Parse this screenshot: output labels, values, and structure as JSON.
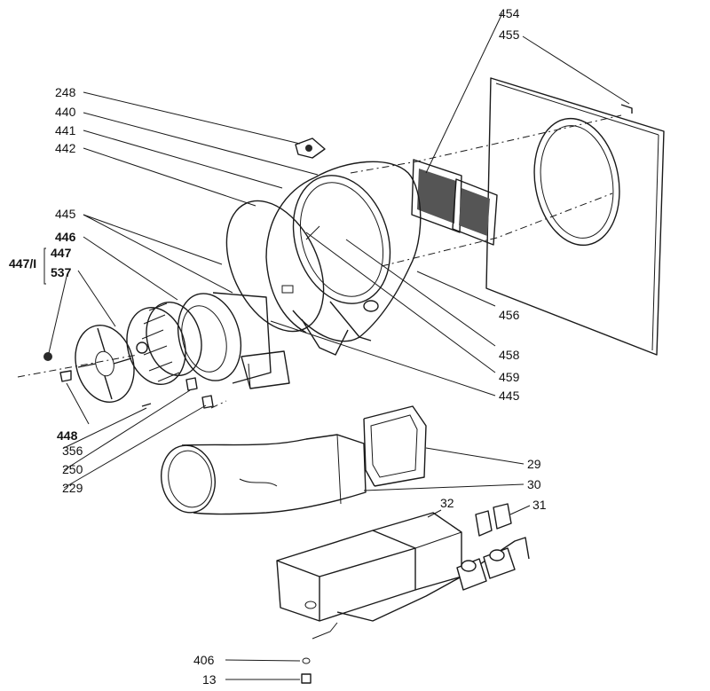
{
  "labels": {
    "l454": "454",
    "l455": "455",
    "l248": "248",
    "l440": "440",
    "l441": "441",
    "l442": "442",
    "l445a": "445",
    "l446": "446",
    "l447_1": "447/I",
    "l447": "447",
    "l537": "537",
    "l456": "456",
    "l458": "458",
    "l459": "459",
    "l445b": "445",
    "l448": "448",
    "l356": "356",
    "l250": "250",
    "l229": "229",
    "l29": "29",
    "l30": "30",
    "l32": "32",
    "l31": "31",
    "l406": "406",
    "l13": "13"
  },
  "colors": {
    "line": "#1a1a1a",
    "background": "#ffffff"
  }
}
